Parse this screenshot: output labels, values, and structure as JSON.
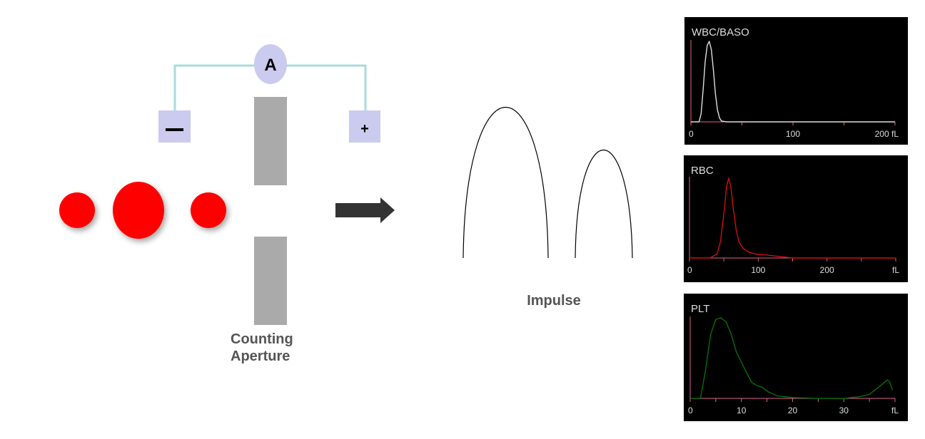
{
  "ammeter_label": "A",
  "minus_label": "—",
  "plus_label": "+",
  "aperture_label_line1": "Counting",
  "aperture_label_line2": "Aperture",
  "impulse_label": "Impulse",
  "colors": {
    "circuit": "#a9dcdc",
    "electrode": "#cacbee",
    "aperture": "#aaaaaa",
    "cell": "#ff0000",
    "arrow": "#333333",
    "wbc": "#dddddd",
    "rbc": "#cc1111",
    "plt": "#0b6b0b",
    "axis": "#e06090"
  },
  "chart_data": [
    {
      "type": "line",
      "title": "WBC/BASO",
      "xlim": [
        0,
        200
      ],
      "xticks": [
        0,
        50,
        100,
        150,
        200
      ],
      "tick_labels": [
        "0",
        "100",
        "200 fL"
      ],
      "tick_label_values": [
        0,
        100,
        200
      ],
      "x": [
        0,
        8,
        10,
        12,
        14,
        16,
        18,
        20,
        22,
        24,
        26,
        28,
        30,
        35,
        40,
        200
      ],
      "y": [
        0,
        0,
        0.1,
        0.4,
        0.75,
        0.95,
        1,
        0.9,
        0.65,
        0.35,
        0.15,
        0.05,
        0.01,
        0,
        0,
        0
      ]
    },
    {
      "type": "line",
      "title": "RBC",
      "xlim": [
        0,
        300
      ],
      "xticks": [
        0,
        50,
        100,
        150,
        200,
        250,
        300
      ],
      "tick_labels": [
        "0",
        "100",
        "200",
        "fL"
      ],
      "tick_label_values": [
        0,
        100,
        200,
        300
      ],
      "x": [
        0,
        30,
        40,
        45,
        50,
        54,
        57,
        60,
        64,
        68,
        72,
        78,
        85,
        95,
        110,
        130,
        150,
        300
      ],
      "y": [
        0,
        0,
        0.05,
        0.2,
        0.55,
        0.9,
        1,
        0.9,
        0.6,
        0.35,
        0.2,
        0.12,
        0.08,
        0.05,
        0.04,
        0.02,
        0,
        0
      ]
    },
    {
      "type": "line",
      "title": "PLT",
      "xlim": [
        0,
        40
      ],
      "xticks": [
        0,
        5,
        10,
        15,
        20,
        25,
        30,
        35,
        40
      ],
      "tick_labels": [
        "0",
        "10",
        "20",
        "30",
        "fL"
      ],
      "tick_label_values": [
        0,
        10,
        20,
        30,
        40
      ],
      "x": [
        0,
        2,
        3,
        4,
        5,
        6,
        7,
        8,
        9,
        10,
        11,
        12,
        13,
        14,
        15,
        17,
        20,
        25,
        30,
        33,
        35,
        37,
        38.5,
        39,
        39.5
      ],
      "y": [
        0,
        0,
        0.35,
        0.8,
        0.98,
        1,
        0.95,
        0.8,
        0.58,
        0.45,
        0.32,
        0.2,
        0.16,
        0.14,
        0.09,
        0.03,
        0.01,
        0,
        0,
        0.02,
        0.05,
        0.15,
        0.23,
        0.2,
        0.1
      ]
    }
  ]
}
